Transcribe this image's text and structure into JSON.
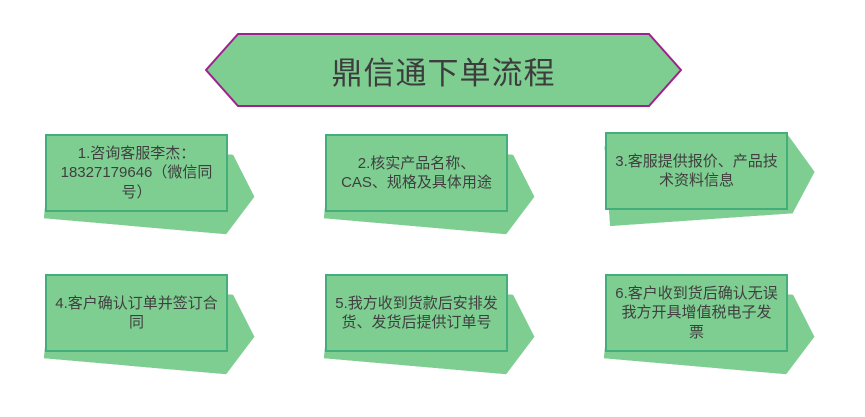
{
  "title": {
    "text": "鼎信通下单流程"
  },
  "steps": [
    {
      "text": "1.咨询客服李杰：18327179646（微信同号）"
    },
    {
      "text": "2.核实产品名称、CAS、规格及具体用途"
    },
    {
      "text": "3.客服提供报价、产品技术资料信息"
    },
    {
      "text": "4.客户确认订单并签订合同"
    },
    {
      "text": "5.我方收到货款后安排发货、发货后提供订单号"
    },
    {
      "text": "6.客户收到货后确认无误我方开具增值税电子发票"
    }
  ],
  "colors": {
    "shape_fill": "#7ecd91",
    "step_border": "#43ae7c",
    "title_border": "#a0208f",
    "text": "#3f3f3f",
    "background": "#ffffff"
  }
}
